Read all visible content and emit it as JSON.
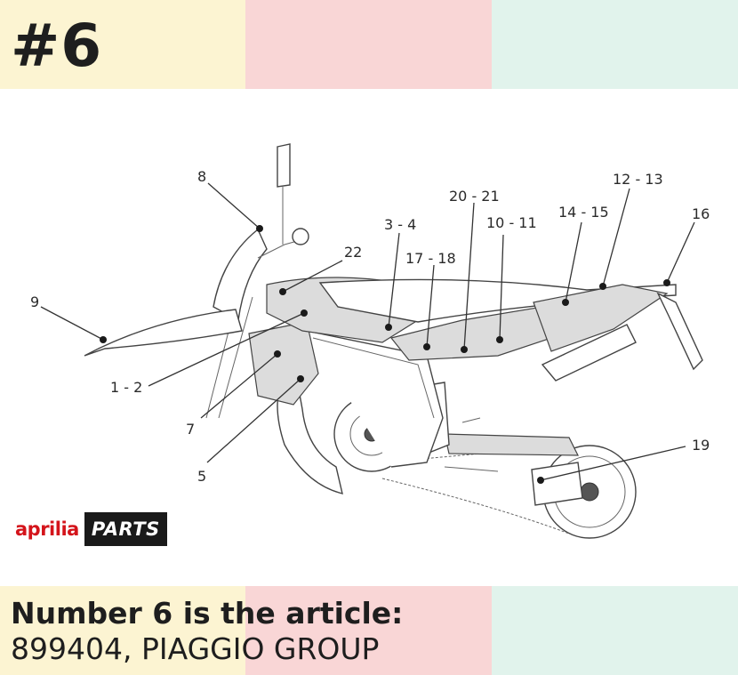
{
  "header": {
    "badge": "#6"
  },
  "colors": {
    "band_yellow": "#fcf4d2",
    "band_pink": "#f9d6d6",
    "band_mint": "#e1f3ec",
    "logo_red": "#d4141b"
  },
  "logo": {
    "brand": "aprilia",
    "parts": "PARTS"
  },
  "diagram": {
    "callouts": [
      {
        "id": "c8",
        "label": "8"
      },
      {
        "id": "c9",
        "label": "9"
      },
      {
        "id": "c22",
        "label": "22"
      },
      {
        "id": "c3-4",
        "label": "3 - 4"
      },
      {
        "id": "c20-21",
        "label": "20 - 21"
      },
      {
        "id": "c17-18",
        "label": "17 - 18"
      },
      {
        "id": "c10-11",
        "label": "10 - 11"
      },
      {
        "id": "c12-13",
        "label": "12 - 13"
      },
      {
        "id": "c14-15",
        "label": "14 - 15"
      },
      {
        "id": "c16",
        "label": "16"
      },
      {
        "id": "c1-2",
        "label": "1 - 2"
      },
      {
        "id": "c7",
        "label": "7"
      },
      {
        "id": "c5",
        "label": "5"
      },
      {
        "id": "c19",
        "label": "19"
      }
    ]
  },
  "caption": {
    "line1": "Number 6 is the article:",
    "line2": "899404, PIAGGIO GROUP"
  }
}
